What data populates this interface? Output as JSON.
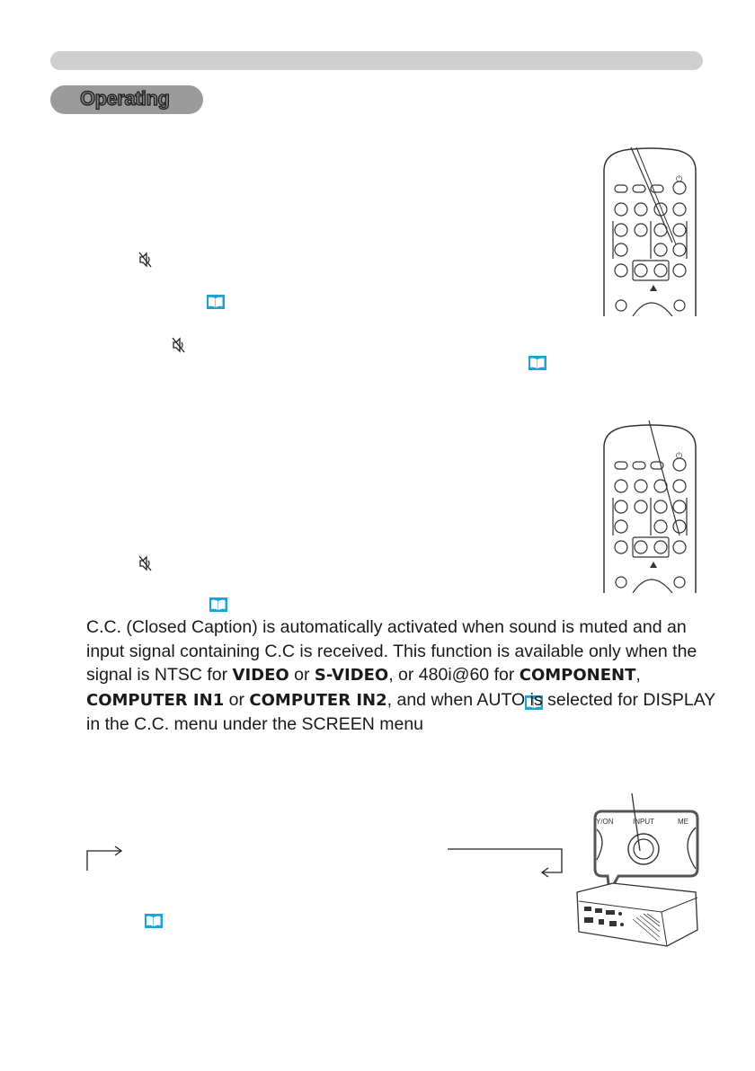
{
  "section": {
    "title": "Operating"
  },
  "mute_icon": "Ø",
  "cc_paragraph": {
    "t1": "C.C. (Closed Caption) is automatically activated when sound is muted and an input signal containing C.C is received. This function is available only when the signal is NTSC for ",
    "b1": "VIDEO",
    "t2": " or ",
    "b2": "S-VIDEO",
    "t3": ", or 480i@60 for ",
    "b3": "COMPONENT",
    "t4": ",",
    "b4": "COMPUTER IN1",
    "t5": " or ",
    "b5": "COMPUTER IN2",
    "t6": ", and when AUTO is selected for DISPLAY in the C.C. menu under the SCREEN menu"
  },
  "projector_panel": {
    "label_left": "Y/ON",
    "label_center": "INPUT",
    "label_right": "ME"
  },
  "colors": {
    "reference_icon": "#1aa3d9",
    "header_bar": "#cfcfcf",
    "section_pill": "#9b9b9b"
  },
  "icons": [
    "mute-icon",
    "reference-book-icon",
    "remote-control-illustration",
    "projector-illustration"
  ]
}
